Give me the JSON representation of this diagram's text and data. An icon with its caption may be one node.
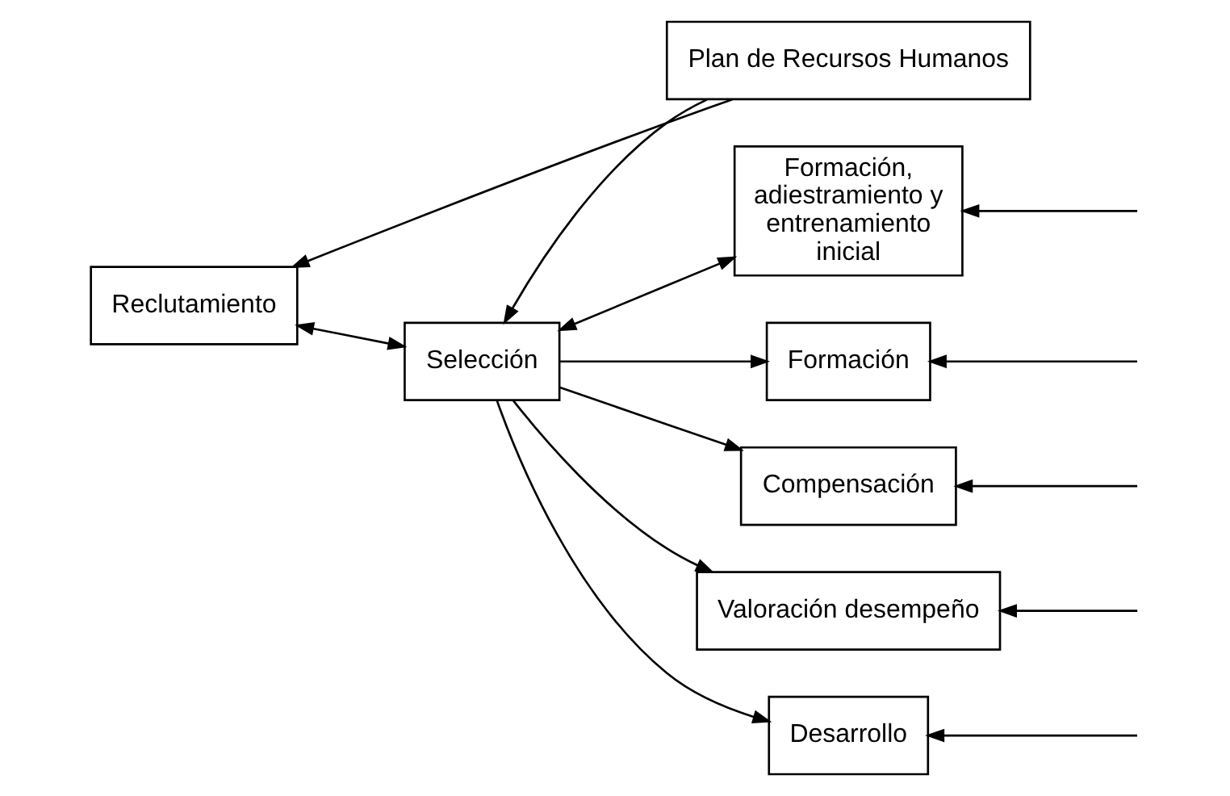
{
  "diagram": {
    "nodes": [
      {
        "text": [
          "Plan de Recursos Humanos"
        ]
      },
      {
        "text": [
          "Reclutamiento"
        ]
      },
      {
        "text": [
          "Selección"
        ]
      },
      {
        "text": [
          "Formación, adiestramiento y entrenamiento inicial"
        ]
      },
      {
        "text": [
          "Formación"
        ]
      },
      {
        "text": [
          "Compensación"
        ]
      },
      {
        "text": [
          "Valoración desempeño"
        ]
      },
      {
        "text": [
          "Desarrollo"
        ]
      }
    ],
    "edges": [
      {
        "from": 0,
        "to": 1,
        "arrow": "to"
      },
      {
        "from": 0,
        "to": 2,
        "arrow": "to"
      },
      {
        "from": 1,
        "to": 2,
        "arrow": "both"
      },
      {
        "from": 2,
        "to": 3,
        "arrow": "both"
      },
      {
        "from": 2,
        "to": 4,
        "arrow": "to"
      },
      {
        "from": 2,
        "to": 5,
        "arrow": "to"
      },
      {
        "from": 2,
        "to": 6,
        "arrow": "to"
      },
      {
        "from": 2,
        "to": 7,
        "arrow": "to"
      },
      {
        "from": null,
        "to": 3,
        "arrow": "to"
      },
      {
        "from": null,
        "to": 4,
        "arrow": "to"
      },
      {
        "from": null,
        "to": 5,
        "arrow": "to"
      },
      {
        "from": null,
        "to": 6,
        "arrow": "to"
      },
      {
        "from": null,
        "to": 7,
        "arrow": "to"
      }
    ]
  }
}
